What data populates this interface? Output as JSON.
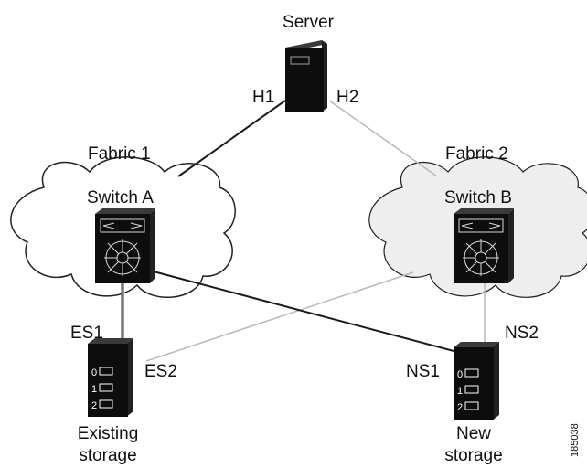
{
  "labels": {
    "server": "Server",
    "h1": "H1",
    "h2": "H2",
    "fabric1": "Fabric 1",
    "fabric2": "Fabric 2",
    "switch_a": "Switch A",
    "switch_b": "Switch B",
    "es1": "ES1",
    "es2": "ES2",
    "ns1": "NS1",
    "ns2": "NS2",
    "existing_storage_line1": "Existing",
    "existing_storage_line2": "storage",
    "new_storage_line1": "New",
    "new_storage_line2": "storage",
    "figure_id": "185038",
    "disk_labels": [
      "0",
      "1",
      "2"
    ]
  },
  "colors": {
    "active_link": "#1a1a1a",
    "standby_link": "#b8b8b8",
    "device": "#0d0d0d",
    "fabric1_fill": "#ffffff",
    "fabric2_fill": "#eeeeee",
    "cloud_stroke": "#222222"
  }
}
